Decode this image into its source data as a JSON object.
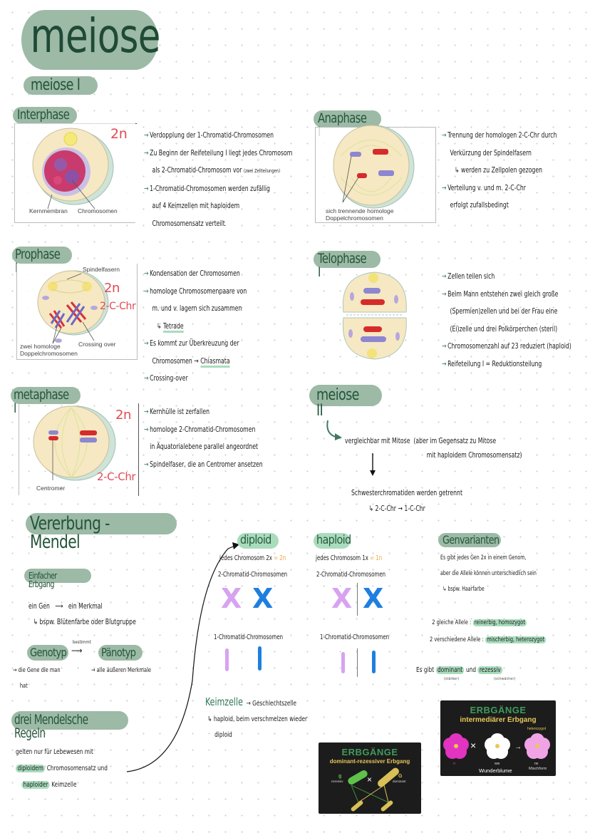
{
  "title": "meiose",
  "meiose1": {
    "heading": "meiose I",
    "interphase": {
      "label": "Interphase",
      "ploidy": "2n",
      "captions": [
        "Kernmembran",
        "Chromosomen"
      ],
      "notes": [
        "Verdopplung der 1-Chromatid-Chromosomen",
        "Zu Beginn der Reifeteilung I liegt jedes Chromosom",
        "als 2-Chromatid-Chromosom vor",
        "(zwei Zellteilungen)",
        "1-Chromatid-Chromosomen werden zufällig",
        "auf 4 Keimzellen mit haploidem",
        "Chromosomensatz verteilt"
      ]
    },
    "anaphase": {
      "label": "Anaphase I",
      "captions": [
        "sich trennende homologe",
        "Doppelchromosomen"
      ],
      "notes": [
        "Trennung der homologen 2-C-Chr durch",
        "Verkürzung der Spindelfasern",
        "werden zu Zellpolen gezogen",
        "Verteilung v. und m. 2-C-Chr",
        "erfolgt zufallsbedingt"
      ]
    },
    "prophase": {
      "label": "Prophase I",
      "ploidy": "2n",
      "chromatid": "2-C-Chr",
      "captions": [
        "Spindelfasern",
        "zwei homologe",
        "Doppelchromosomen",
        "Crossing over"
      ],
      "notes": [
        "Kondensation der Chromosomen",
        "homologe Chromosomenpaare von",
        "m. und v. lagern sich zusammen",
        "Tetrade",
        "Es kommt zur Überkreuzung der",
        "Chromosomen",
        "Chiasmata",
        "Crossing-over"
      ]
    },
    "telophase": {
      "label": "Telophase I",
      "notes": [
        "Zellen teilen sich",
        "Beim Mann entstehen zwei gleich große",
        "(Spermien)zellen und bei der Frau eine",
        "(Ei)zelle und drei Polkörperchen (steril)",
        "Chromosomenzahl auf 23 reduziert (haploid)",
        "Reifeteilung I = Reduktionsteilung"
      ]
    },
    "metaphase": {
      "label": "metaphase I",
      "ploidy": "2n",
      "chromatid": "2-C-Chr",
      "captions": [
        "Centromer"
      ],
      "notes": [
        "Kernhülle ist zerfallen",
        "homologe 2-Chromatid-Chromosomen",
        "in Äquatorialebene parallel angeordnet",
        "Spindelfaser, die an Centromer ansetzen"
      ]
    }
  },
  "meiose2": {
    "heading": "meiose II",
    "notes": [
      "vergleichbar mit Mitose",
      "(aber im Gegensatz zu Mitose",
      "mit haploidem Chromosomensatz)",
      "Schwesterchromatiden werden getrennt",
      "2-C-Chr",
      "1-C-Chr"
    ]
  },
  "mendel": {
    "heading": "Vererbung - Mendel",
    "einfach": {
      "label": "Einfacher Erbgang",
      "line1_left": "ein Gen",
      "line1_right": "ein Merkmal",
      "line2": "bspw. Blütenfarbe oder Blutgruppe"
    },
    "genotyp": {
      "label": "Genotyp",
      "arrow_label": "bestimmt",
      "desc": [
        "die Gene die man",
        "hat"
      ]
    },
    "phaenotyp": {
      "label": "Pänotyp",
      "desc": "alle äußeren Merkmale"
    },
    "regeln": {
      "label": "drei Mendelsche Regeln",
      "lines": [
        "gelten nur für Lebewesen mit",
        "diploidem",
        "Chromosomensatz und",
        "haploider",
        "Keimzelle"
      ]
    },
    "diploid": {
      "label": "diploid",
      "line1": "jedes Chromosom 2x",
      "eq": "= 2n",
      "two_chromatid": "2-Chromatid-Chromosomen",
      "one_chromatid": "1-Chromatid-Chromosomen"
    },
    "haploid": {
      "label": "haploid",
      "line1": "jedes Chromosom 1x",
      "eq": "= 1n",
      "two_chromatid": "2-Chromatid-Chromosomen",
      "one_chromatid": "1-Chromatid-Chromosomen"
    },
    "genvarianten": {
      "label": "Genvarianten",
      "lines": [
        "Es gibt jedes Gen 2x in einem Genom,",
        "aber die Allele können unterschiedlich sein",
        "bspw. Haarfarbe"
      ],
      "gleich": "2 gleiche Allele :",
      "gleich_hl": "reinerbig, homozygot",
      "versch": "2 verschiedene Allele :",
      "versch_hl": "mischerbig, heterozygot",
      "esgibt": "Es gibt",
      "dominant": "dominant",
      "dominant_sub": "(stärker)",
      "und": "und",
      "rezessiv": "rezessiv",
      "rezessiv_sub": "(schwächer)"
    },
    "keimzelle": {
      "label": "Keimzelle",
      "arrow_text": "Geschlechtszelle",
      "line2": "haploid, beim verschmelzen wieder",
      "line3": "diploid"
    },
    "card1": {
      "title": "ERBGÄNGE",
      "subtitle": "dominant-rezessiver Erbgang",
      "left_letter": "g",
      "left_label": "rezessiv",
      "right_letter": "G",
      "right_label": "dominant"
    },
    "card2": {
      "title": "ERBGÄNGE",
      "subtitle": "intermediärer Erbgang",
      "left_label": "rr",
      "mid_label": "ww",
      "right_top": "heterozygot",
      "right_label": "rw",
      "bottom": "Wunderblume",
      "right_bottom": "Mischform"
    }
  },
  "colors": {
    "pill": "#9cbaa6",
    "pill_light": "#a9dcbd",
    "heading_text": "#24543b",
    "red": "#e04a55",
    "orange": "#f3a53a",
    "lilac": "#d7a3f0",
    "blue": "#1e7fe0"
  }
}
